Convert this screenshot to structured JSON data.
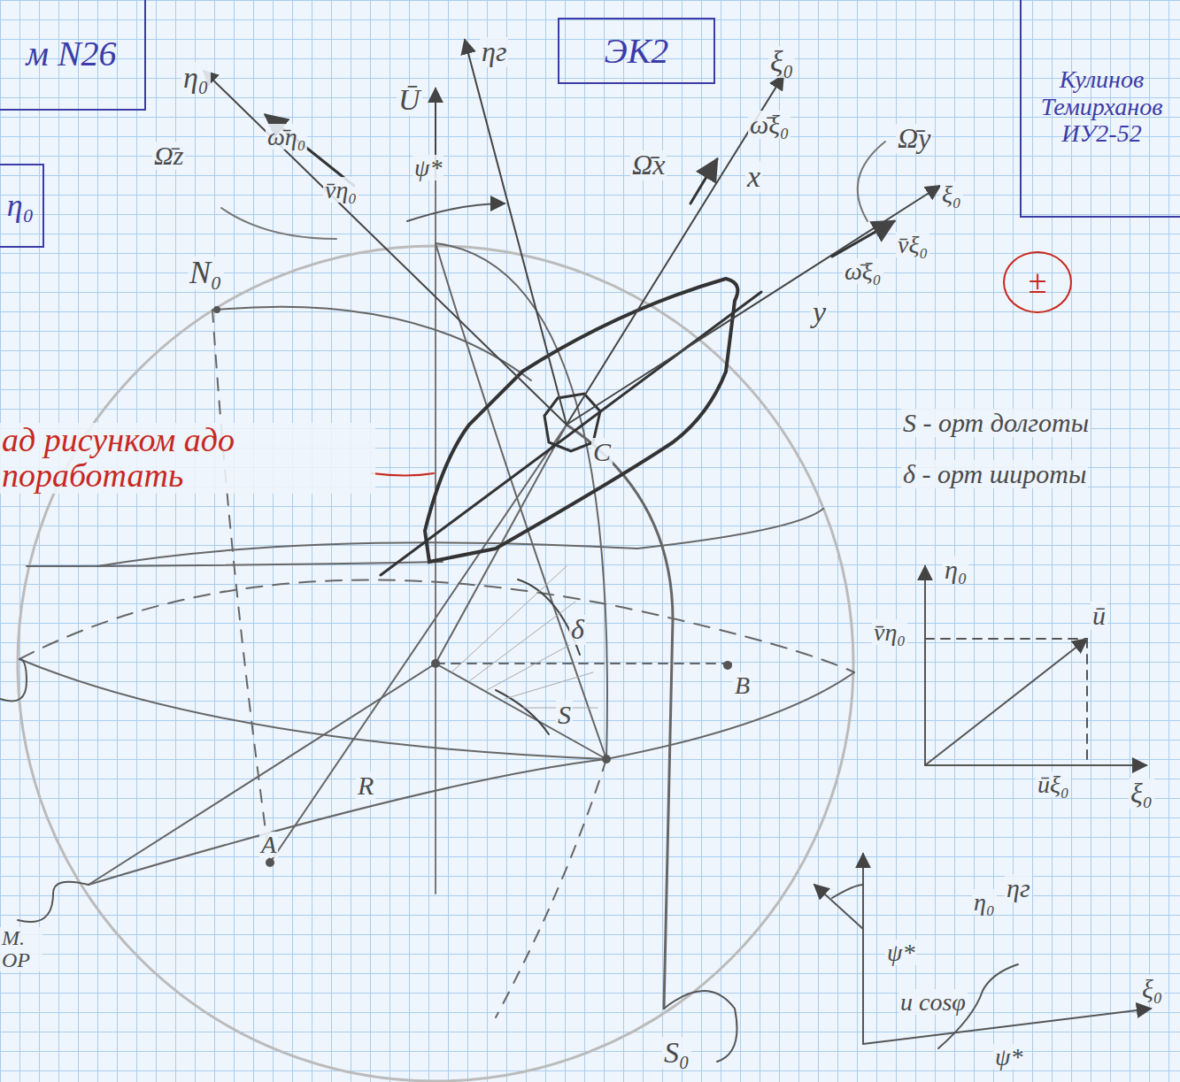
{
  "diagram": {
    "nodes": [
      {
        "text": [
          "м N26"
        ]
      },
      {
        "text": [
          "η₀"
        ]
      },
      {
        "text": [
          "ЭК2"
        ]
      },
      {
        "text": [
          "Кулинов Темирханов ИУ2-52"
        ]
      },
      {
        "text": [
          "±"
        ]
      }
    ],
    "labels": [
      "η₀",
      "ω̄η₀",
      "v̄η₀",
      "Ω̄z",
      "ηг",
      "Ū",
      "ψ*",
      "ξ₀",
      "ω̄ξ₀",
      "Ω̄x",
      "x",
      "Ω̄y",
      "ξ₀",
      "v̄ξ₀",
      "ω̄ξ₀",
      "y",
      "N₀",
      "C",
      "δ",
      "S",
      "R",
      "A",
      "B",
      "S₀",
      "М. ОР",
      "ад рисунком адо поработать",
      "S - орт долготы",
      "δ - орт широты",
      "η₀",
      "v̄η₀",
      "ū",
      "ūξ₀",
      "ξ₀",
      "η₀",
      "ηг",
      "ψ*",
      "u cosφ",
      "ψ*",
      "ξ₀"
    ]
  }
}
